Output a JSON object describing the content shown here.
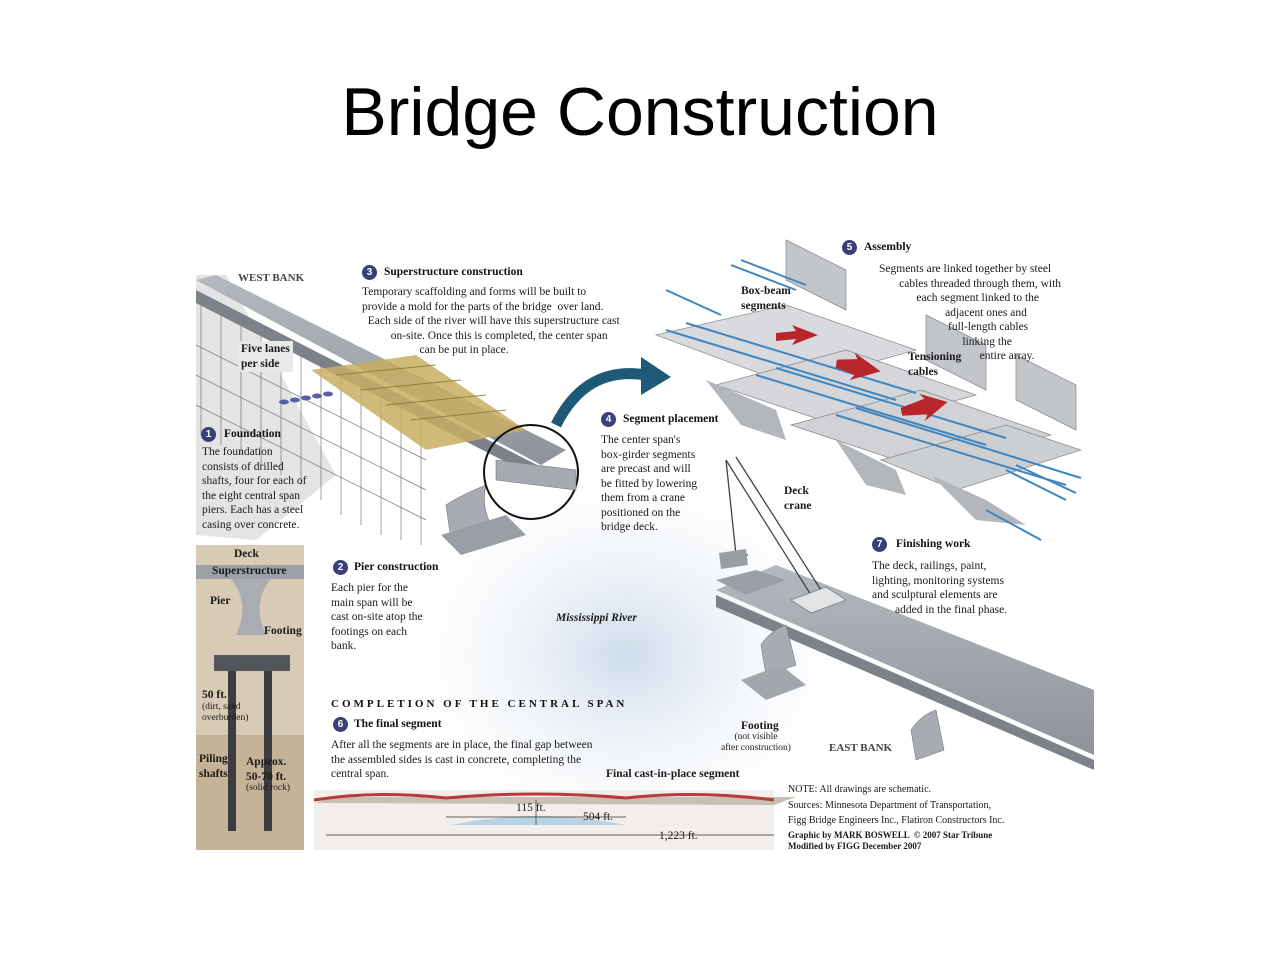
{
  "slide": {
    "title": "Bridge Construction"
  },
  "labels": {
    "west_bank": "WEST BANK",
    "east_bank": "EAST BANK",
    "five_lanes": "Five lanes\nper side",
    "river": "Mississippi River",
    "box_beam": "Box-beam\nsegments",
    "tensioning": "Tensioning\ncables",
    "deck_crane": "Deck\ncrane",
    "footing_title": "Footing",
    "footing_note": "(not visible\nafter construction)"
  },
  "steps": [
    {
      "num": "1",
      "title": "Foundation",
      "text": "The foundation\nconsists of drilled\nshafts, four for each of\nthe eight central span\npiers. Each has a steel\ncasing over concrete."
    },
    {
      "num": "2",
      "title": "Pier construction",
      "text": "Each pier for the\nmain span will be\ncast on-site atop the\nfootings on each\nbank."
    },
    {
      "num": "3",
      "title": "Superstructure construction",
      "text": "Temporary scaffolding and forms will be built to\nprovide a mold for the parts of the bridge  over land.\n  Each side of the river will have this superstructure cast\n          on-site. Once this is completed, the center span\n                    can be put in place."
    },
    {
      "num": "4",
      "title": "Segment placement",
      "text": "The center span's\nbox-girder segments\nare precast and will\nbe fitted by lowering\nthem from a crane\npositioned on the\nbridge deck."
    },
    {
      "num": "5",
      "title": "Assembly",
      "text": "Segments are linked together by steel\n       cables threaded through them, with\n             each segment linked to the\n                       adjacent ones and\n                        full-length cables\n                             linking the\n                                   entire array."
    },
    {
      "num": "6",
      "title": "The final segment",
      "text": "After all the segments are in place, the final gap between\nthe assembled sides is cast in concrete, completing the\ncentral span."
    },
    {
      "num": "7",
      "title": "Finishing work",
      "text": "The deck, railings, paint,\nlighting, monitoring systems\nand sculptural elements are\n        added in the final phase."
    }
  ],
  "pier_diagram": {
    "deck": "Deck",
    "superstructure": "Superstructure",
    "pier": "Pier",
    "footing": "Footing",
    "depth_label": "50 ft.",
    "depth_note": "(dirt, sand\noverburden)",
    "piling": "Piling\nshafts",
    "rock_label": "Approx.\n50-70 ft.",
    "rock_note": "(solid rock)"
  },
  "profile": {
    "heading": "COMPLETION OF THE CENTRAL SPAN",
    "final_label": "Final cast-in-place segment",
    "clearance": "115 ft.",
    "main_span": "504 ft.",
    "total_length": "1,223 ft."
  },
  "credits": {
    "note": "NOTE: All drawings are schematic.",
    "sources": "Sources: Minnesota Department of Transportation,\nFigg Bridge Engineers Inc., Flatiron Constructors Inc.",
    "graphic": "Graphic by MARK BOSWELL  © 2007 Star Tribune\nModified by FIGG December 2007"
  },
  "colors": {
    "badge": "#3b3f78",
    "arrow": "#1e5a78",
    "red_arrow": "#b8262b",
    "cable": "#3f86c0"
  }
}
